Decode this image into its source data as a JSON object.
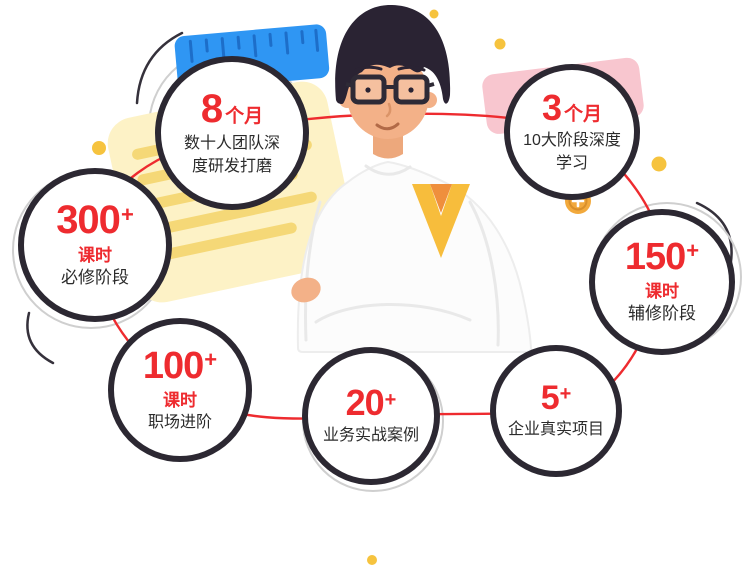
{
  "colors": {
    "red": "#ee2b2f",
    "dark": "#2c2832",
    "blue": "#2f96f3",
    "blue_tick": "#1d6ec9",
    "paper": "#fdf2c6",
    "paper_line": "#f5d877",
    "pink": "#f8c6cf",
    "gold": "#f2a93c",
    "dot_yellow": "#f6c33e",
    "hair": "#2a2333",
    "skin": "#f3b188",
    "skin_shade": "#eda87c",
    "body": "#fcfcfc",
    "body_shade": "#e9e9e9",
    "ring_gray": "#cfcfcf",
    "v_yellow": "#f7bd3c",
    "v_orange": "#ef8f3d"
  },
  "badges": {
    "b1": {
      "number": "8",
      "unit": "个月",
      "line1": "数十人团队深",
      "line2": "度研发打磨"
    },
    "b2": {
      "number": "3",
      "unit": "个月",
      "line1": "10大阶段深度",
      "line2": "学习"
    },
    "b3": {
      "number": "300",
      "plus": "+",
      "sub": "课时",
      "label": "必修阶段"
    },
    "b4": {
      "number": "150",
      "plus": "+",
      "sub": "课时",
      "label": "辅修阶段"
    },
    "b5": {
      "number": "100",
      "plus": "+",
      "sub": "课时",
      "label": "职场进阶"
    },
    "b6": {
      "number": "20",
      "plus": "+",
      "label": "业务实战案例"
    },
    "b7": {
      "number": "5",
      "plus": "+",
      "label": "企业真实项目"
    }
  }
}
